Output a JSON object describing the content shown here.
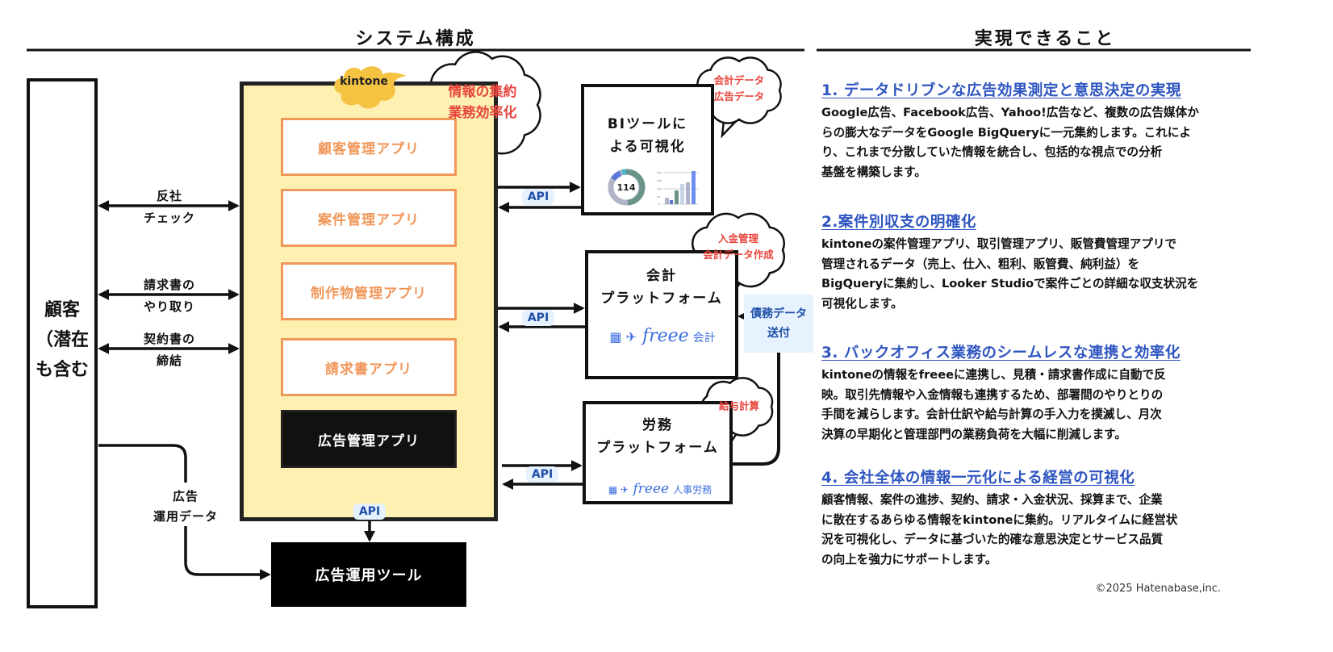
{
  "left_title": "システム構成",
  "right_title": "実現できること",
  "customer": {
    "lines": [
      "顧客",
      "（潜在",
      "も含む"
    ]
  },
  "kintone": {
    "logo": "kintone",
    "apps": [
      "顧客管理アプリ",
      "案件管理アプリ",
      "制作物管理アプリ",
      "請求書アプリ",
      "広告管理アプリ"
    ]
  },
  "links": [
    {
      "top": "反社",
      "bottom": "チェック"
    },
    {
      "top": "請求書の",
      "bottom": "やり取り"
    },
    {
      "top": "契約書の",
      "bottom": "締結"
    }
  ],
  "ad_data_label": [
    "広告",
    "運用データ"
  ],
  "ad_tool": "広告運用ツール",
  "api_label": "API",
  "bubbles": {
    "kintone": [
      "情報の集約",
      "業務効率化"
    ],
    "bi": [
      "会計データ",
      "広告データ"
    ],
    "accounting": [
      "入金管理",
      "会計データ作成"
    ],
    "labor": [
      "給与計算"
    ]
  },
  "bi": {
    "title": [
      "BIツールに",
      "よる可視化"
    ],
    "donut_value": "114",
    "bar_ticks": [
      "200",
      "150",
      "100",
      "50",
      "0"
    ]
  },
  "accounting": {
    "title": [
      "会計",
      "プラットフォーム"
    ],
    "logo": "freee",
    "logo_suffix": "会計"
  },
  "labor": {
    "title": [
      "労務",
      "プラットフォーム"
    ],
    "logo": "freee",
    "logo_suffix": "人事労務"
  },
  "saimu": [
    "債務データ",
    "送付"
  ],
  "features": [
    {
      "heading": "1. データドリブンな広告効果測定と意思決定の実現",
      "lines": [
        "Google広告、Facebook広告、Yahoo!広告など、複数の広告媒体か",
        "らの膨大なデータをGoogle BigQueryに一元集約します。これによ",
        "り、これまで分散していた情報を統合し、包括的な視点での分析",
        "基盤を構築します。"
      ]
    },
    {
      "heading": "2.案件別収支の明確化",
      "lines": [
        "kintoneの案件管理アプリ、取引管理アプリ、販管費管理アプリで",
        "管理されるデータ（売上、仕入、粗利、販管費、純利益）を",
        "BigQueryに集約し、Looker Studioで案件ごとの詳細な収支状況を",
        "可視化します。"
      ]
    },
    {
      "heading": "3. バックオフィス業務のシームレスな連携と効率化",
      "lines": [
        "kintoneの情報をfreeeに連携し、見積・請求書作成に自動で反",
        "映。取引先情報や入金情報も連携するため、部署間のやりとりの",
        "手間を減らします。会計仕訳や給与計算の手入力を撲滅し、月次",
        "決算の早期化と管理部門の業務負荷を大幅に削減します。"
      ]
    },
    {
      "heading": "4. 会社全体の情報一元化による経営の可視化",
      "lines": [
        "顧客情報、案件の進捗、契約、請求・入金状況、採算まで、企業",
        "に散在するあらゆる情報をkintoneに集約。リアルタイムに経営状",
        "況を可視化し、データに基づいた的確な意思決定とサービス品質",
        "の向上を強力にサポートします。"
      ]
    }
  ],
  "copyright": "©2025 Hatenabase,inc.",
  "colors": {
    "kintone_fill": "#fdf0b0",
    "app_border": "#f0975a",
    "heading_blue": "#2e55c0",
    "bubble_red": "#e8453c",
    "api_bg": "#e5f1fd",
    "freee_blue": "#3d6fe0",
    "kintone_logo": "#f5c242"
  }
}
